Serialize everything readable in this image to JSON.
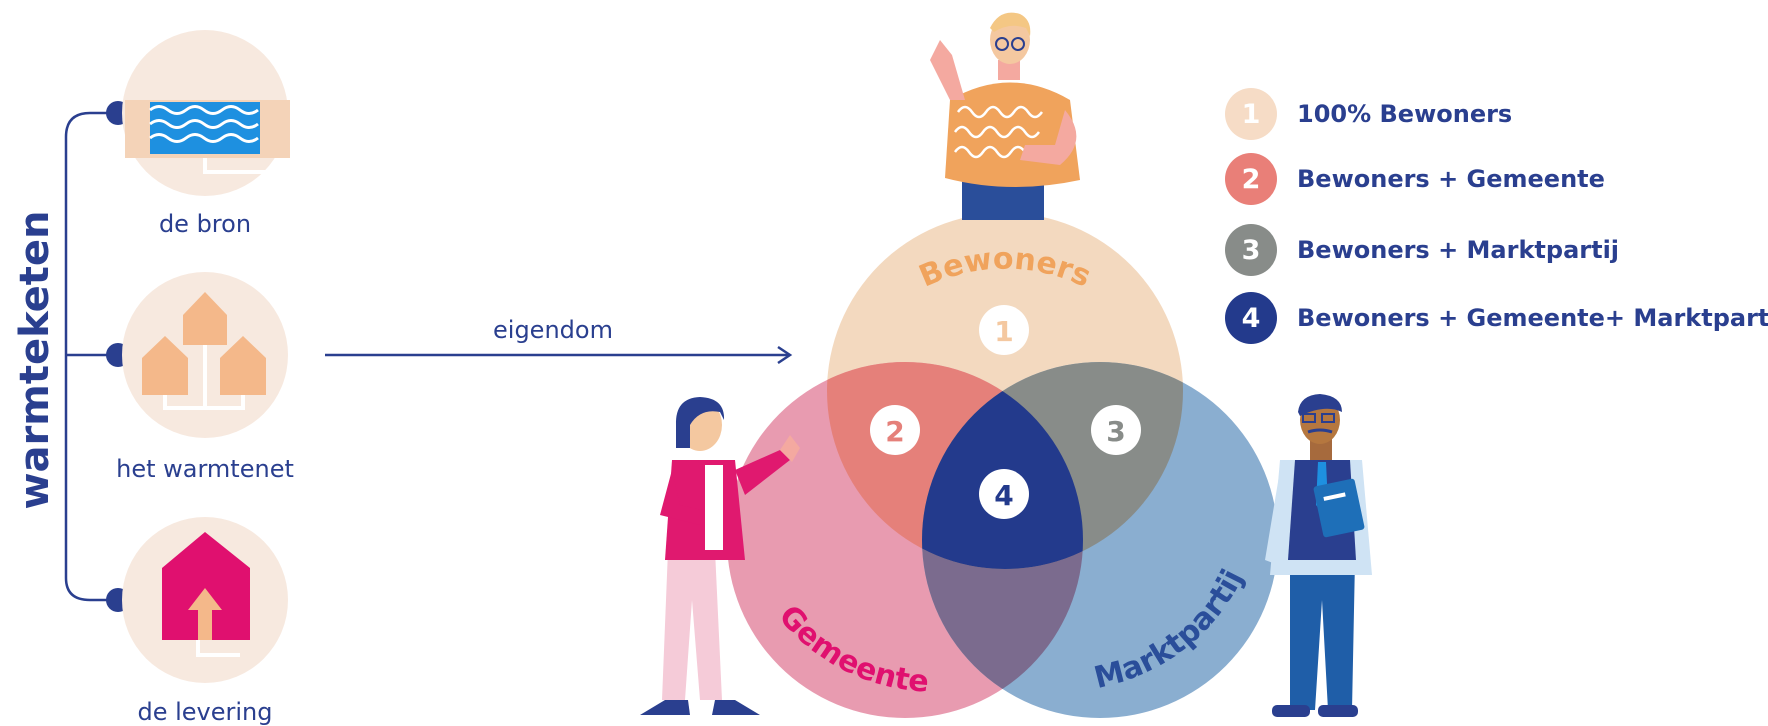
{
  "chain": {
    "title": "warmteketen",
    "items": [
      {
        "label": "de bron",
        "icon": "water-source-icon"
      },
      {
        "label": "het warmtenet",
        "icon": "heat-network-icon"
      },
      {
        "label": "de levering",
        "icon": "house-delivery-icon"
      }
    ]
  },
  "arrow": {
    "label": "eigendom"
  },
  "venn": {
    "circles": [
      {
        "label": "Bewoners",
        "color": "#f3d9bf"
      },
      {
        "label": "Gemeente",
        "color": "#e89bb0"
      },
      {
        "label": "Marktpartij",
        "color": "#8aaed0"
      }
    ],
    "region_numbers": [
      "1",
      "2",
      "3",
      "4"
    ]
  },
  "legend": [
    {
      "number": "1",
      "label": "100% Bewoners",
      "color": "#f6dcc6"
    },
    {
      "number": "2",
      "label": "Bewoners + Gemeente",
      "color": "#e97f78"
    },
    {
      "number": "3",
      "label": "Bewoners + Marktpartij",
      "color": "#888c89"
    },
    {
      "number": "4",
      "label": "Bewoners + Gemeente+ Marktpartij",
      "color": "#233a8c"
    }
  ],
  "colors": {
    "navy": "#2a3f8f",
    "orange": "#f0a35c",
    "pink": "#e0106f",
    "icon_bg": "#f7e9df"
  },
  "figures": [
    "person-bewoner-icon",
    "person-gemeente-icon",
    "person-marktpartij-icon"
  ]
}
